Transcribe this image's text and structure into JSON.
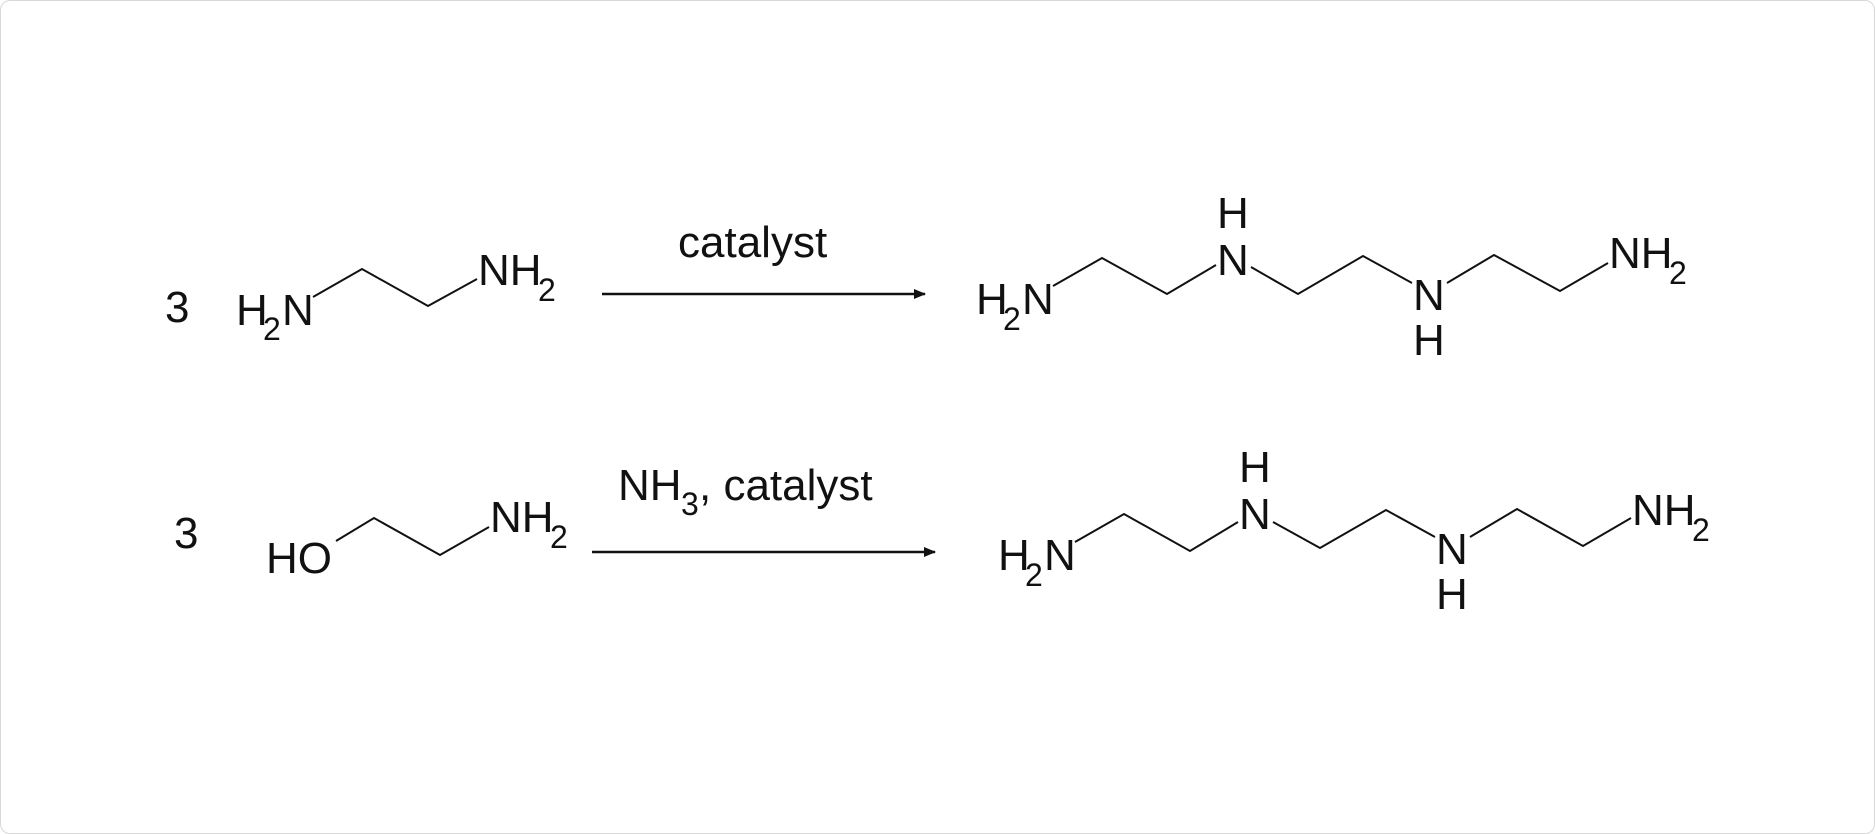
{
  "reaction_1": {
    "coefficient": "3",
    "reactant": {
      "left_group": "H",
      "left_sub": "2",
      "left_atom": "N",
      "right_group": "NH",
      "right_sub": "2"
    },
    "condition": "catalyst",
    "product": {
      "end_left": "H",
      "end_left_sub": "2",
      "end_left_atom": "N",
      "nh1_n": "N",
      "nh1_h": "H",
      "nh2_n": "N",
      "nh2_h": "H",
      "end_right": "NH",
      "end_right_sub": "2"
    }
  },
  "reaction_2": {
    "coefficient": "3",
    "reactant": {
      "left_group": "HO",
      "right_group": "NH",
      "right_sub": "2"
    },
    "condition": {
      "reagent": "NH",
      "reagent_sub": "3",
      "rest": ", catalyst"
    },
    "product": {
      "end_left": "H",
      "end_left_sub": "2",
      "end_left_atom": "N",
      "nh1_n": "N",
      "nh1_h": "H",
      "nh2_n": "N",
      "nh2_h": "H",
      "end_right": "NH",
      "end_right_sub": "2"
    }
  }
}
